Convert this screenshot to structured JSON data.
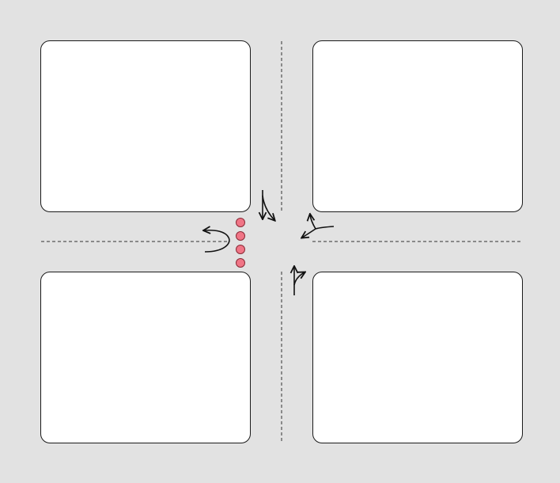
{
  "colors": {
    "background": "#e2e2e2",
    "block_fill": "#ffffff",
    "block_stroke": "#1a1a1a",
    "lane_line": "#333333",
    "arrow": "#111111",
    "crosswalk_fill": "#f07586",
    "crosswalk_stroke": "#8a2a36"
  },
  "blocks": [
    {
      "id": "north-west",
      "type": "city-block"
    },
    {
      "id": "north-east",
      "type": "city-block"
    },
    {
      "id": "south-west",
      "type": "city-block"
    },
    {
      "id": "south-east",
      "type": "city-block"
    }
  ],
  "lane_dividers": [
    {
      "id": "north",
      "style": "dashed"
    },
    {
      "id": "south",
      "style": "dashed"
    },
    {
      "id": "west",
      "style": "dashed"
    },
    {
      "id": "east",
      "style": "dashed"
    }
  ],
  "turn_arrows": [
    {
      "approach": "southbound",
      "movements": [
        "straight",
        "left"
      ]
    },
    {
      "approach": "westbound",
      "movements": [
        "straight",
        "right"
      ]
    },
    {
      "approach": "northbound",
      "movements": [
        "straight",
        "right"
      ]
    },
    {
      "approach": "eastbound",
      "movements": [
        "u-turn"
      ]
    }
  ],
  "crosswalk": {
    "side": "west",
    "dot_count": 4
  }
}
